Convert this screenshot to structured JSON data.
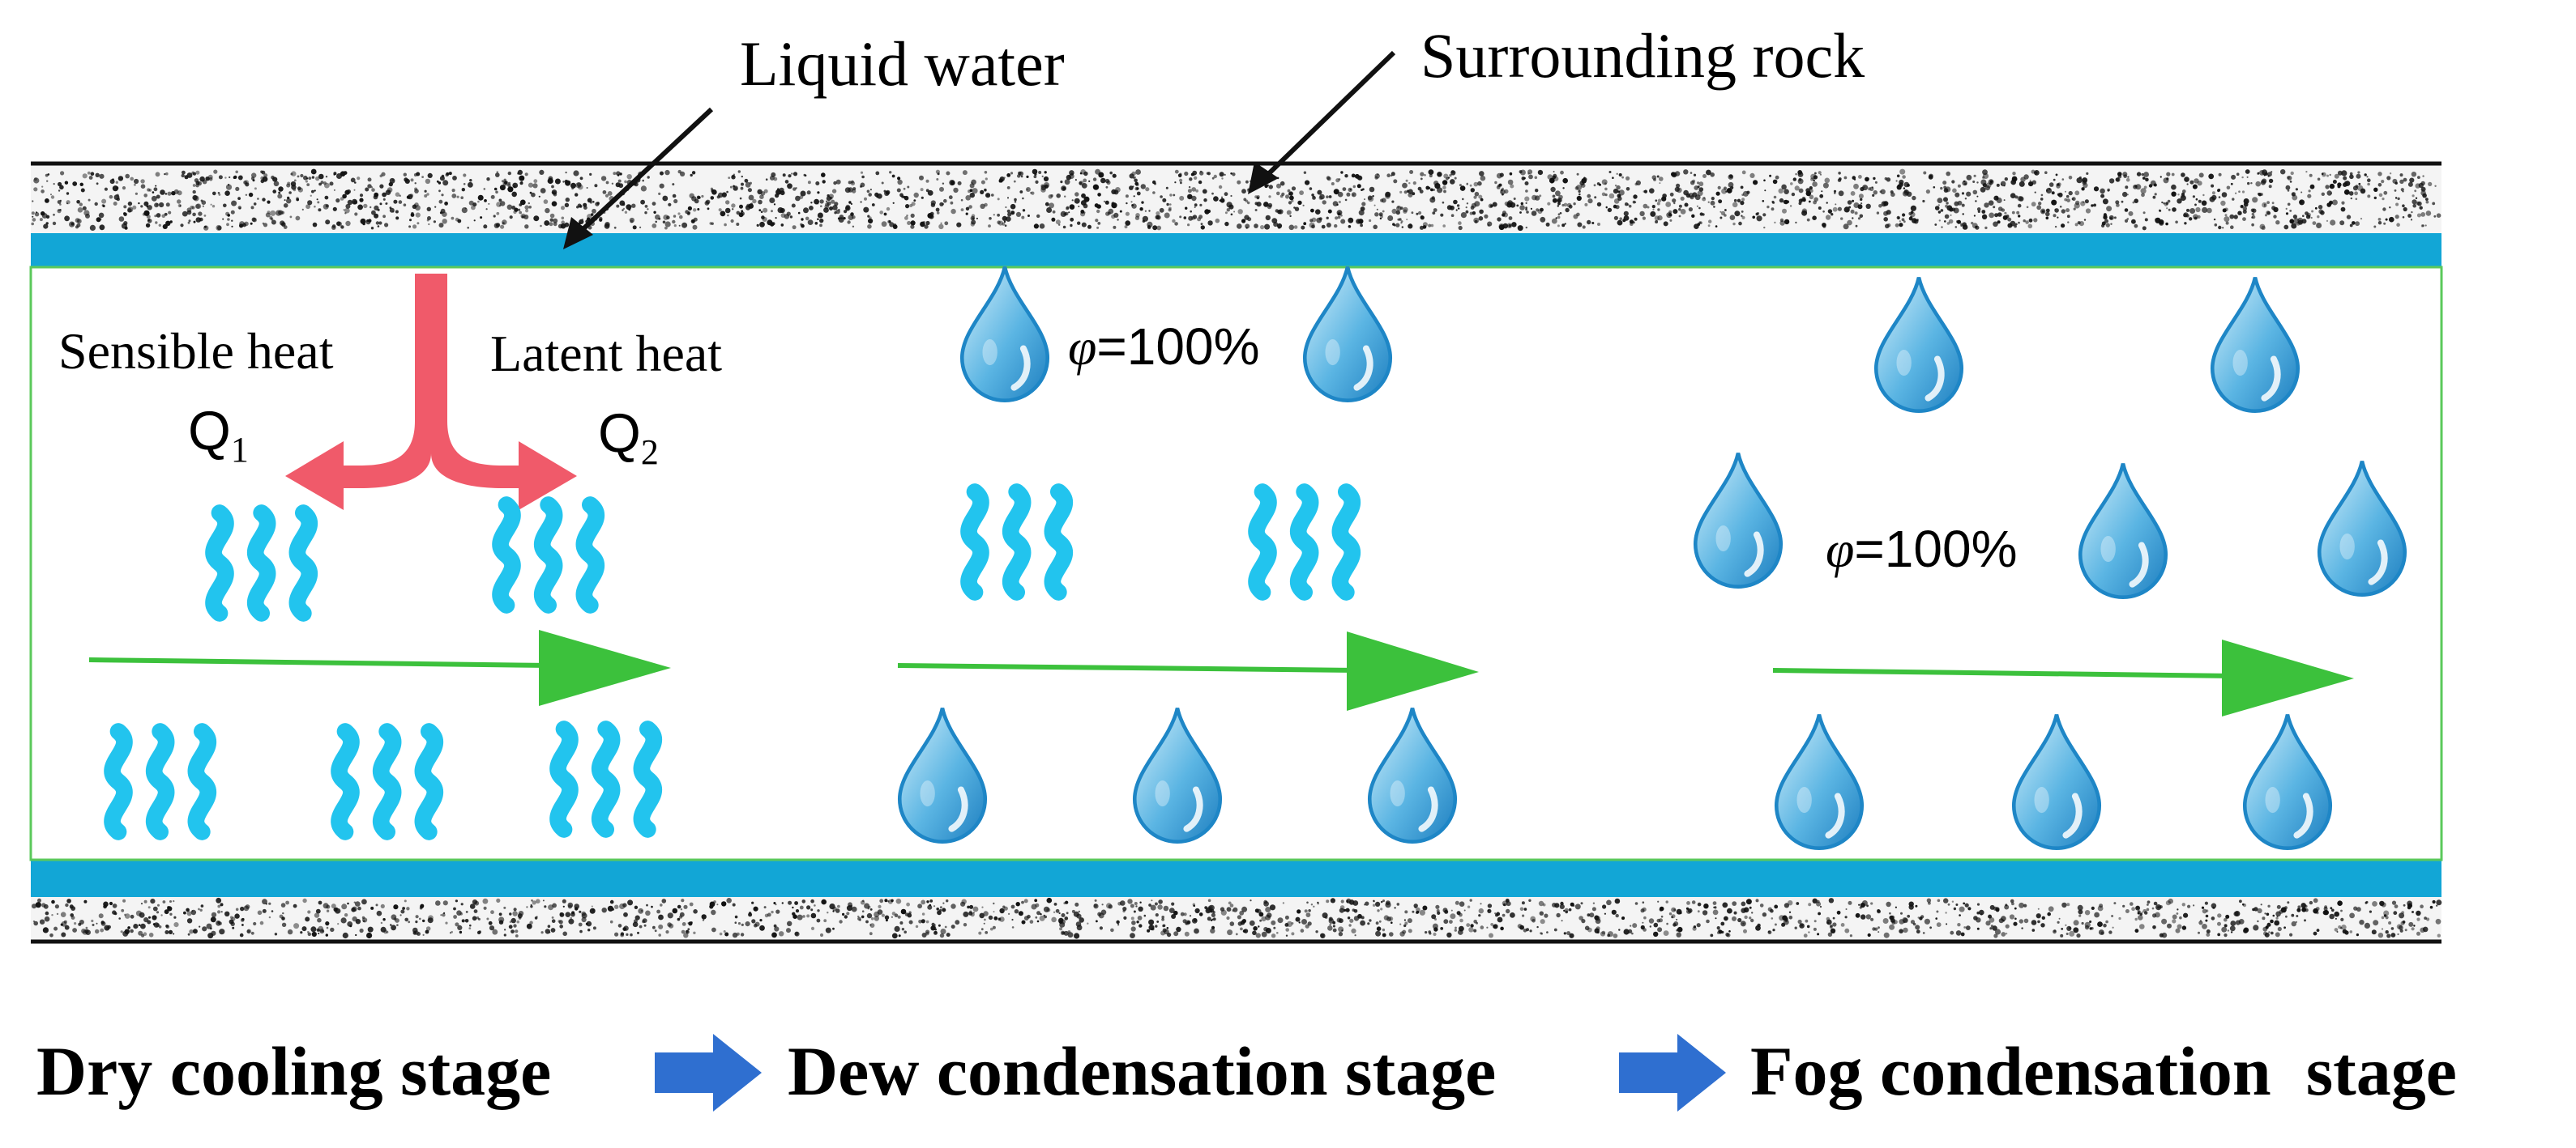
{
  "labels": {
    "liquid_water": "Liquid water",
    "surrounding_rock": "Surrounding rock",
    "sensible_heat": "Sensible heat",
    "latent_heat": "Latent heat",
    "q1": "Q",
    "q1_sub": "1",
    "q2": "Q",
    "q2_sub": "2",
    "phi_symbol": "φ",
    "phi_value": "=100%"
  },
  "stages": [
    "Dry cooling stage",
    "Dew condensation stage",
    "Fog condensation  stage"
  ],
  "colors": {
    "water_band": "#12A6D6",
    "vapor_squiggle": "#22C4EE",
    "drop_light": "#BFE6F7",
    "drop_dark": "#1E86C6",
    "flow_arrow": "#3CC13C",
    "heat_arrow": "#F05A6A",
    "stage_arrow": "#2F6FD0",
    "rock_speckle": "#111111",
    "tunnel_outline": "#5BC95B"
  },
  "icons": {
    "drop": "water-droplet-icon",
    "vapor": "water-vapor-icon",
    "flow": "airflow-arrow-icon",
    "heat": "heat-split-arrow-icon",
    "stage": "stage-transition-arrow-icon"
  }
}
